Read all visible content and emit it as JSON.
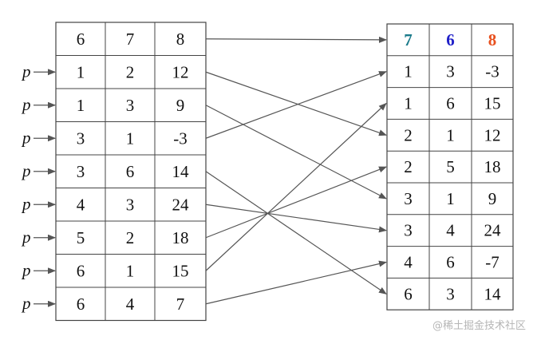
{
  "left_table": {
    "header": [
      "6",
      "7",
      "8"
    ],
    "rows": [
      [
        "1",
        "2",
        "12"
      ],
      [
        "1",
        "3",
        "9"
      ],
      [
        "3",
        "1",
        "-3"
      ],
      [
        "3",
        "6",
        "14"
      ],
      [
        "4",
        "3",
        "24"
      ],
      [
        "5",
        "2",
        "18"
      ],
      [
        "6",
        "1",
        "15"
      ],
      [
        "6",
        "4",
        "7"
      ]
    ],
    "pointer_label": "p"
  },
  "right_table": {
    "header": [
      {
        "text": "7",
        "color": "#1a7a8a"
      },
      {
        "text": "6",
        "color": "#2020c8"
      },
      {
        "text": "8",
        "color": "#e8501e"
      }
    ],
    "rows": [
      [
        "1",
        "3",
        "-3"
      ],
      [
        "1",
        "6",
        "15"
      ],
      [
        "2",
        "1",
        "12"
      ],
      [
        "2",
        "5",
        "18"
      ],
      [
        "3",
        "1",
        "9"
      ],
      [
        "3",
        "4",
        "24"
      ],
      [
        "4",
        "6",
        "-7"
      ],
      [
        "6",
        "3",
        "14"
      ]
    ]
  },
  "mappings": [
    {
      "from": "header",
      "to": "header"
    },
    {
      "from": 0,
      "to": 2
    },
    {
      "from": 1,
      "to": 4
    },
    {
      "from": 2,
      "to": 0
    },
    {
      "from": 3,
      "to": 7
    },
    {
      "from": 4,
      "to": 5
    },
    {
      "from": 5,
      "to": 3
    },
    {
      "from": 6,
      "to": 1
    },
    {
      "from": 7,
      "to": 6
    }
  ],
  "watermark": "@稀土掘金技术社区",
  "colors": {
    "line": "#555555",
    "grid": "#444444"
  }
}
